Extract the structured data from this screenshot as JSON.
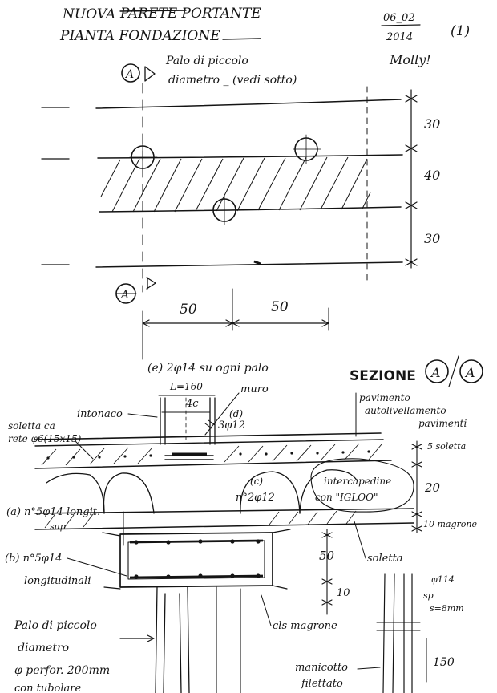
{
  "header": {
    "title_line1": "NUOVA",
    "title_struck": "PARETE PORTANTE",
    "title_line2": "PIANTA FONDAZIONE",
    "date_day_month": "06_02",
    "date_year": "2014",
    "signature": "Molly!",
    "sheet_number": "(1)"
  },
  "plan": {
    "pile_note_line1": "Palo di piccolo",
    "pile_note_line2": "diametro _ (vedi sotto)",
    "section_marker_top": "A",
    "section_marker_bottom": "A",
    "dim_top_band": "30",
    "dim_footing": "40",
    "dim_bottom_band": "30",
    "dim_left_span": "50",
    "dim_right_span": "50"
  },
  "section": {
    "heading": "SEZIONE",
    "marker_left": "A",
    "marker_right": "A",
    "note_e": "(e)  2φ14 su ogni palo",
    "length_label": "L=160",
    "width_label": "4c",
    "muro_label": "muro",
    "note_d_letter": "(d)",
    "note_d_value": "3φ12",
    "intonaco_label": "intonaco",
    "floor_label_1": "pavimento",
    "floor_label_2": "autolivellamento",
    "floor_label_3": "pavimenti",
    "slab_rebar_1": "soletta ca",
    "slab_rebar_2": "rete φ6(15x15)",
    "dim_soletta": "5 soletta",
    "note_c_letter": "(c)",
    "note_c_value": "n°2φ12",
    "vespaio_1": "intercapedine",
    "vespaio_2": "con \"IGLOO\"",
    "dim_vespaio": "20",
    "dim_magrone": "10 magrone",
    "note_a_1": "(a) n°5φ14 longit.",
    "note_a_2": "sup.",
    "note_b_1": "(b) n°5φ14",
    "note_b_2": "longitudinali",
    "dim_beam_height": "50",
    "label_soletta": "soletta",
    "dim_beam_base": "10",
    "label_magrone": "cls magrone",
    "pile_1": "Palo di piccolo",
    "pile_2": "diametro",
    "pile_3": "φ perfor. 200mm",
    "pile_4": "con tubolare",
    "detail_1": "φ114",
    "detail_2": "s=8mm",
    "detail_3": "sp",
    "dim_detail": "150",
    "sleeve_1": "manicotto",
    "sleeve_2": "filettato"
  }
}
